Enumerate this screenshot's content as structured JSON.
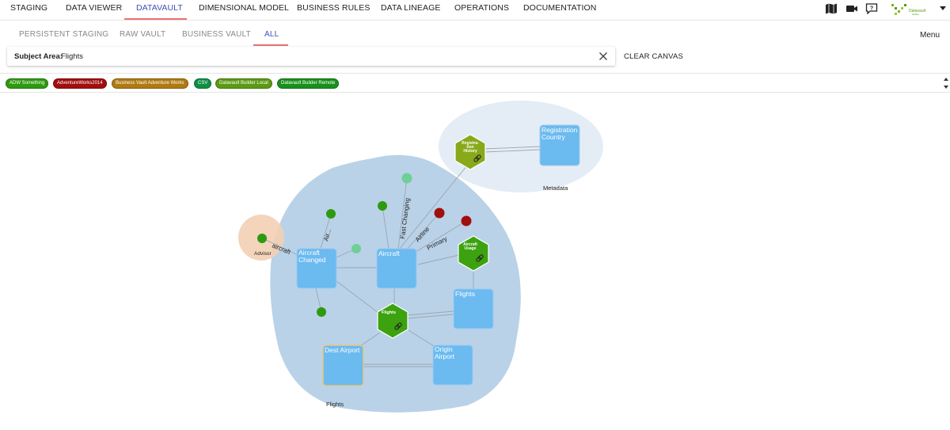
{
  "nav": {
    "items": [
      {
        "label": "STAGING"
      },
      {
        "label": "DATA VIEWER"
      },
      {
        "label": "DATAVAULT",
        "active": true
      },
      {
        "label": "DIMENSIONAL MODEL"
      },
      {
        "label": "BUSINESS RULES"
      },
      {
        "label": "DATA LINEAGE"
      },
      {
        "label": "OPERATIONS"
      },
      {
        "label": "DOCUMENTATION"
      }
    ],
    "icons": [
      "map-book-icon",
      "video-camera-icon",
      "help-chat-icon",
      "datavault-logo",
      "caret-down-icon"
    ]
  },
  "subnav": {
    "items": [
      {
        "label": "PERSISTENT STAGING"
      },
      {
        "label": "RAW VAULT"
      },
      {
        "label": "BUSINESS VAULT"
      },
      {
        "label": "ALL",
        "active": true
      }
    ],
    "menu": "Menu"
  },
  "search": {
    "label": "Subject Area:",
    "value": "Flights"
  },
  "clear_canvas": "CLEAR CANVAS",
  "tags": [
    {
      "label": "ADW Something",
      "color": "#2e9a0f"
    },
    {
      "label": "AdventureWorks2014",
      "color": "#a10e0e"
    },
    {
      "label": "Business Vault Adventure Works",
      "color": "#b07a12"
    },
    {
      "label": "CSV",
      "color": "#0e8f45"
    },
    {
      "label": "Datavault Builder Local",
      "color": "#5c9a14"
    },
    {
      "label": "Datavault Builder Remote",
      "color": "#18911c"
    }
  ],
  "colors": {
    "accent": "#3f51b5",
    "underline": "#e57373",
    "area_flights": "#b9d2e8",
    "area_metadata": "#e4edf5",
    "area_advisor": "#f3cfb3",
    "entity": "#6bbaf0",
    "hub_dark": "#3ca20f",
    "hub_light": "#88a91a"
  },
  "graph": {
    "areas": [
      {
        "label": "Flights"
      },
      {
        "label": "Metadata"
      },
      {
        "label": "Advisor"
      }
    ],
    "entities": [
      {
        "label_lines": [
          "Aircraft",
          "Changed"
        ]
      },
      {
        "label_lines": [
          "Aircraft"
        ]
      },
      {
        "label_lines": [
          "Flights"
        ]
      },
      {
        "label_lines": [
          "Dest Airport"
        ]
      },
      {
        "label_lines": [
          "Origin",
          "Airport"
        ]
      },
      {
        "label_lines": [
          "Registration",
          "Country"
        ]
      }
    ],
    "hubs": [
      {
        "label_lines": [
          "Registra-",
          "tion",
          "History"
        ]
      },
      {
        "label_lines": [
          "Aircraft",
          "Usage"
        ]
      },
      {
        "label_lines": [
          "Flights"
        ]
      }
    ],
    "edge_labels": [
      "aircraft",
      "Air...",
      "Fast Changing",
      "Airline",
      "Primary"
    ]
  }
}
